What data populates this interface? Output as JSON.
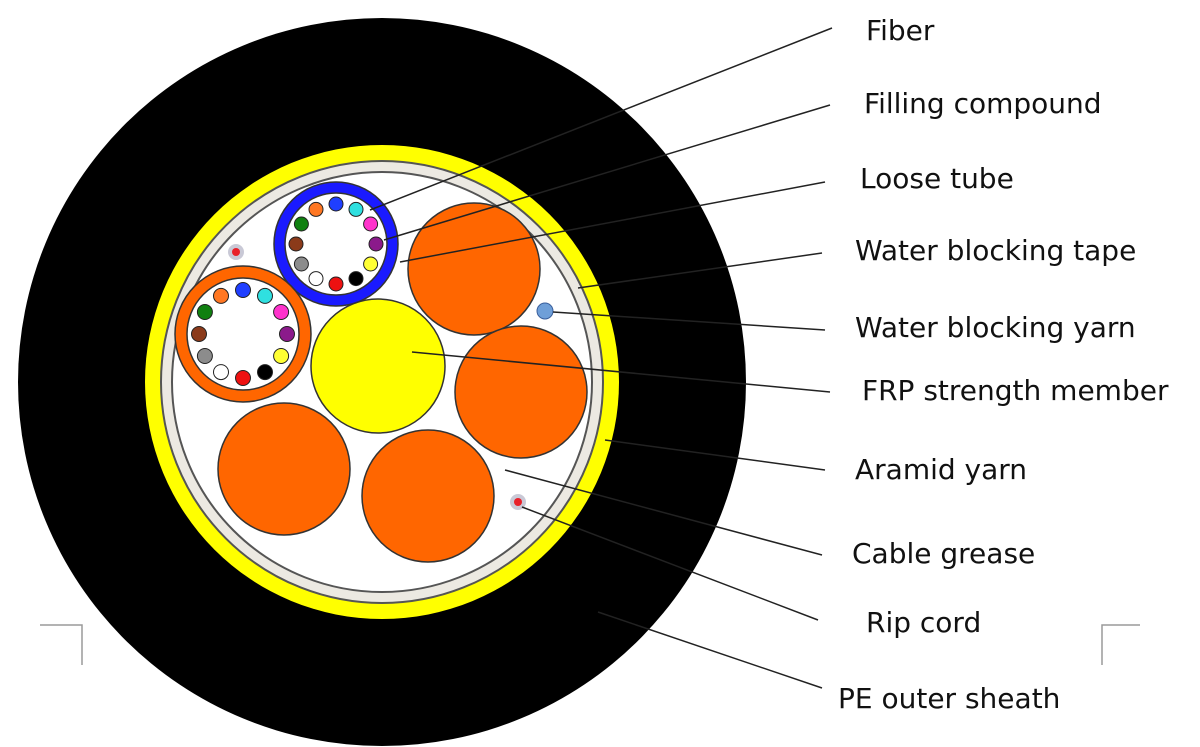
{
  "labels": {
    "fiber": "Fiber",
    "filling_compound": "Filling compound",
    "loose_tube": "Loose tube",
    "water_blocking_tape": "Water blocking tape",
    "water_blocking_yarn": "Water blocking yarn",
    "frp_strength_member": "FRP strength member",
    "aramid_yarn": "Aramid yarn",
    "cable_grease": "Cable grease",
    "rip_cord": "Rip cord",
    "pe_outer_sheath": "PE outer sheath"
  },
  "colors": {
    "sheath": "#000000",
    "aramid": "#ffff00",
    "tape": "#ece9e2",
    "core": "#ffffff",
    "frp": "#ffff00",
    "filler": "#ff6600",
    "tube_blue": "#1a1aff",
    "tube_orange": "#ff6600",
    "water_yarn": "#6f9fd8",
    "rip_cord": "#e8202a",
    "leader": "#222222"
  },
  "fiber_colors": [
    "#1f3fff",
    "#2fe0e0",
    "#ff33cc",
    "#8b1a8b",
    "#ffff33",
    "#000000",
    "#ee1111",
    "#ffffff",
    "#8c8c8c",
    "#8b3a1a",
    "#108010",
    "#ff7722"
  ]
}
